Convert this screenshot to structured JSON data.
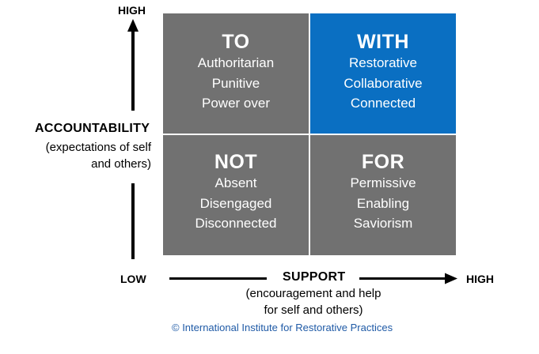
{
  "axis_y": {
    "high_label": "HIGH",
    "low_label": "LOW",
    "title": "ACCOUNTABILITY",
    "subtitle_lines": [
      "(expectations of self",
      "and others)"
    ]
  },
  "axis_x": {
    "high_label": "HIGH",
    "title": "SUPPORT",
    "subtitle_lines": [
      "(encouragement and help",
      "for self and others)"
    ]
  },
  "quadrants": {
    "to": {
      "title": "TO",
      "lines": [
        "Authoritarian",
        "Punitive",
        "Power over"
      ],
      "color": "#717171"
    },
    "with": {
      "title": "WITH",
      "lines": [
        "Restorative",
        "Collaborative",
        "Connected"
      ],
      "color": "#0a6fc2"
    },
    "not": {
      "title": "NOT",
      "lines": [
        "Absent",
        "Disengaged",
        "Disconnected"
      ],
      "color": "#717171"
    },
    "for": {
      "title": "FOR",
      "lines": [
        "Permissive",
        "Enabling",
        "Saviorism"
      ],
      "color": "#717171"
    }
  },
  "copyright": "© International Institute for Restorative Practices"
}
